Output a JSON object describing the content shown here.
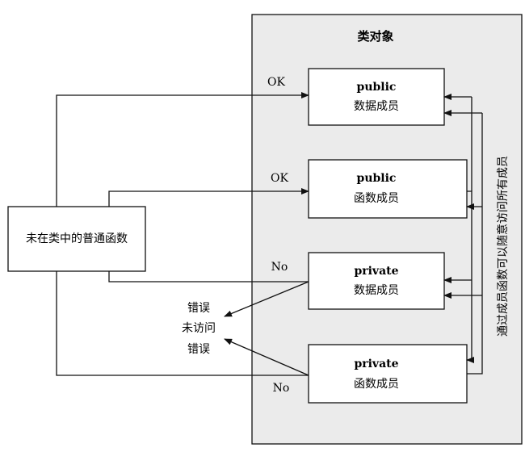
{
  "diagram": {
    "class_object": {
      "title": "类对象"
    },
    "outside_function": {
      "label": "未在类中的普通函数"
    },
    "members": [
      {
        "access": "public",
        "kind": "数据成员"
      },
      {
        "access": "public",
        "kind": "函数成员"
      },
      {
        "access": "private",
        "kind": "数据成员"
      },
      {
        "access": "private",
        "kind": "函数成员"
      }
    ],
    "access_results": {
      "ok_1": "OK",
      "ok_2": "OK",
      "no_1": "No",
      "no_2": "No"
    },
    "error_text": {
      "line1": "错误",
      "line2": "未访问",
      "line3": "错误"
    },
    "internal_access_note": "通过成员函数可以随意访问所有成员",
    "colors": {
      "panel_fill": "#ebebeb",
      "stroke": "#111111",
      "box_fill": "#ffffff"
    }
  }
}
